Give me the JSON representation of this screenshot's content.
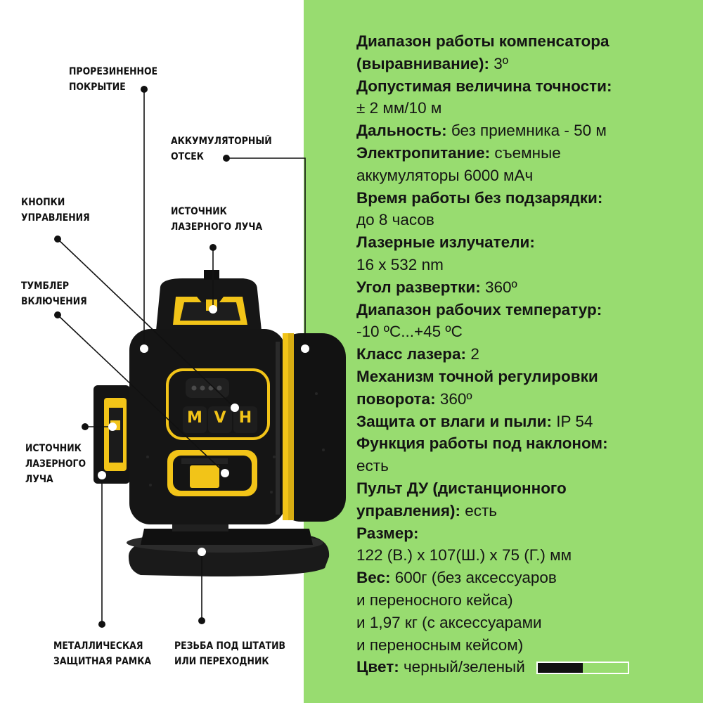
{
  "callouts": {
    "rubber": {
      "line1": "ПРОРЕЗИНЕННОЕ",
      "line2": "ПОКРЫТИЕ"
    },
    "battery": {
      "line1": "АККУМУЛЯТОРНЫЙ",
      "line2": "ОТСЕК"
    },
    "buttons": {
      "line1": "КНОПКИ",
      "line2": "УПРАВЛЕНИЯ"
    },
    "laser_top": {
      "line1": "ИСТОЧНИК",
      "line2": "ЛАЗЕРНОГО ЛУЧА"
    },
    "toggle": {
      "line1": "ТУМБЛЕР",
      "line2": "ВКЛЮЧЕНИЯ"
    },
    "laser_side": {
      "line1": "ИСТОЧНИК",
      "line2": "ЛАЗЕРНОГО",
      "line3": "ЛУЧА"
    },
    "frame": {
      "line1": "МЕТАЛЛИЧЕСКАЯ",
      "line2": "ЗАЩИТНАЯ РАМКА"
    },
    "thread": {
      "line1": "РЕЗЬБА ПОД ШТАТИВ",
      "line2": "ИЛИ ПЕРЕХОДНИК"
    }
  },
  "device": {
    "btn_m": "M",
    "btn_v": "V",
    "btn_h": "H"
  },
  "specs": {
    "compensator_label": "Диапазон работы компенсатора",
    "compensator_label2": "(выравнивание):",
    "compensator_value": " 3º",
    "accuracy_label": "Допустимая величина точности:",
    "accuracy_value": "± 2 мм/10 м",
    "range_label": "Дальность:",
    "range_value": " без приемника - 50 м",
    "power_label": "Электропитание:",
    "power_value": " съемные",
    "power_value2": "аккумуляторы 6000 мАч",
    "runtime_label": "Время работы без подзарядки:",
    "runtime_value": "до 8 часов",
    "emitters_label": "Лазерные излучатели:",
    "emitters_value": "16 х 532 nm",
    "scan_label": "Угол развертки:",
    "scan_value": " 360º",
    "temp_label": "Диапазон рабочих температур:",
    "temp_value": "-10 ºС...+45 ºС",
    "class_label": "Класс лазера:",
    "class_value": " 2",
    "mech_label": "Механизм точной регулировки",
    "mech_label2": "поворота:",
    "mech_value": " 360º",
    "ip_label": "Защита от влаги и пыли:",
    "ip_value": " IP 54",
    "tilt_label": "Функция работы под наклоном:",
    "tilt_value": "есть",
    "remote_label": "Пульт ДУ (дистанционного",
    "remote_label2": "управления):",
    "remote_value": " есть",
    "size_label": "Размер:",
    "size_value": "122 (В.) х 107(Ш.) х 75 (Г.) мм",
    "weight_label": "Вес:",
    "weight_value": " 600г (без аксессуаров",
    "weight_value2": "и переносного кейса)",
    "weight_value3": "и 1,97 кг (с аксессуарами",
    "weight_value4": "и переносным кейсом)",
    "color_label": "Цвет:",
    "color_value": " черный/зеленый"
  },
  "colors": {
    "panel_green": "#98dc70",
    "body_black": "#161616",
    "accent_yellow": "#f2c418",
    "swatch_black": "#111111"
  },
  "color_swatch_black_fraction": 0.5
}
